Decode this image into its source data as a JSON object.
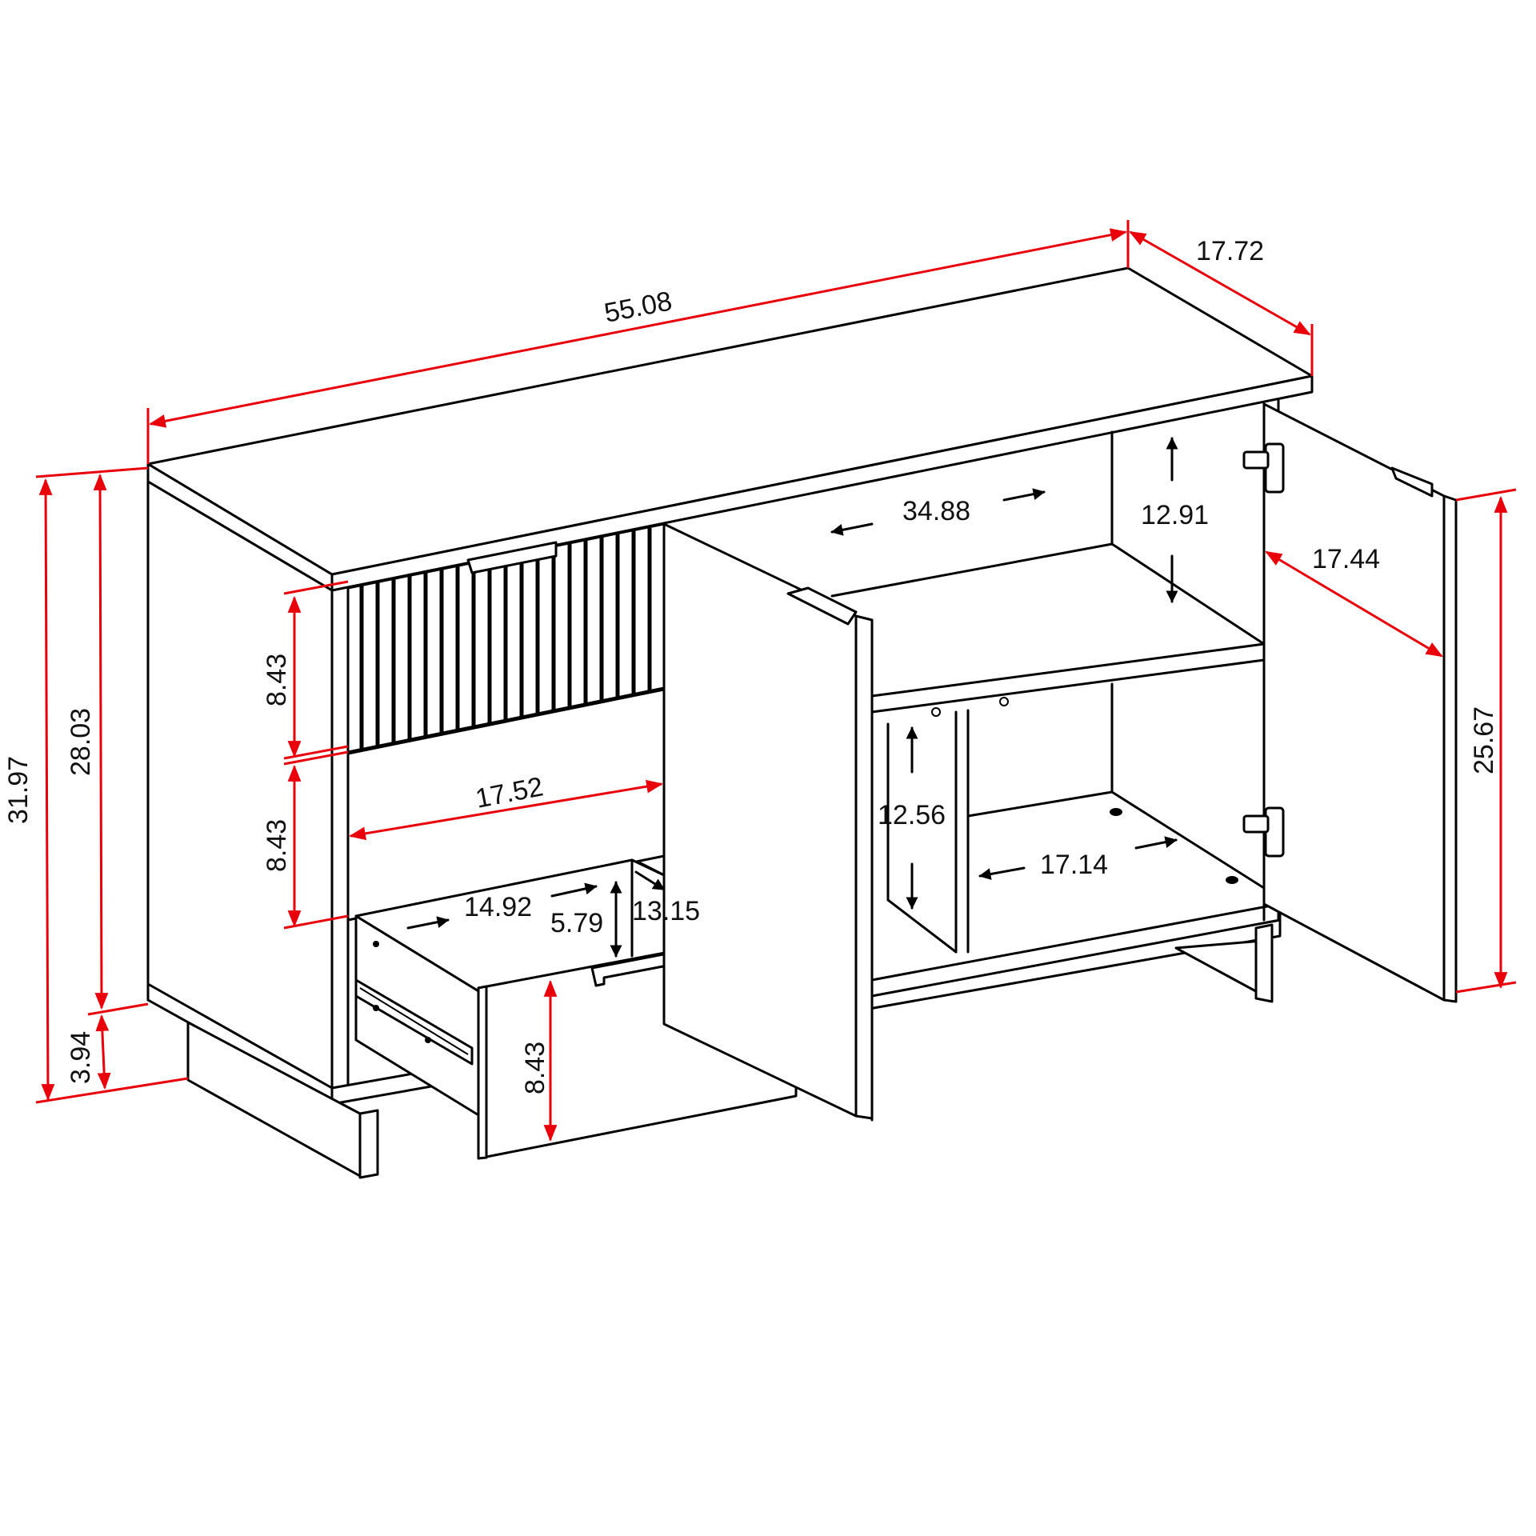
{
  "drawing": {
    "subject": "sideboard-cabinet-dimensions",
    "units_shown": "none",
    "colors": {
      "outline": "#000000",
      "dimension_line": "#e8000b",
      "background": "#ffffff",
      "text": "#111111"
    }
  },
  "dimensions": {
    "overall_width": "55.08",
    "overall_depth": "17.72",
    "overall_height": "31.97",
    "body_height": "28.03",
    "leg_height": "3.94",
    "top_drawer_height": "8.43",
    "middle_drawer_height": "8.43",
    "bottom_drawer_front_height": "8.43",
    "drawer_section_width": "17.52",
    "drawer_inner_width": "14.92",
    "drawer_inner_height": "5.79",
    "drawer_inner_depth": "13.15",
    "cabinet_inner_width": "34.88",
    "upper_shelf_height": "12.91",
    "door_width": "17.44",
    "door_height": "25.67",
    "lower_shelf_height": "12.56",
    "lower_compartment_width": "17.14"
  }
}
